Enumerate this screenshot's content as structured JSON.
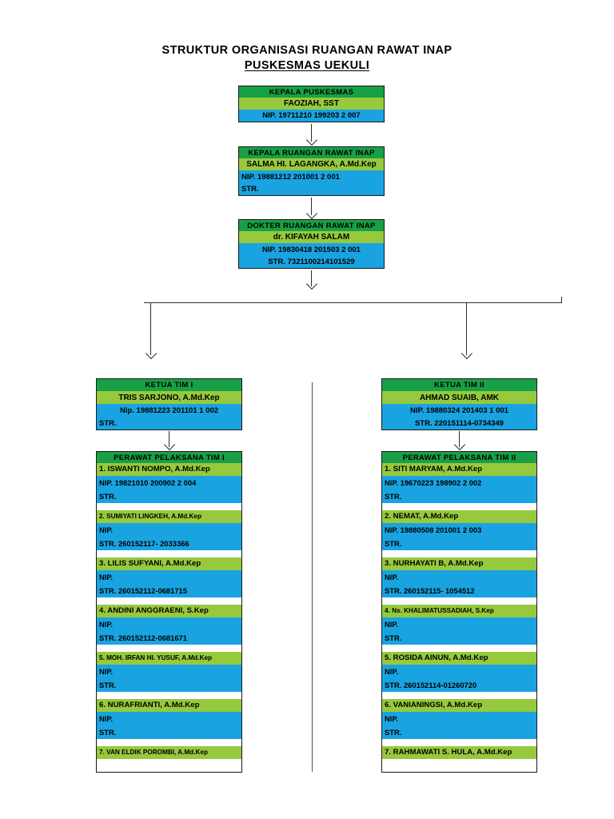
{
  "title": {
    "line1": "STRUKTUR ORGANISASI RUANGAN RAWAT INAP",
    "line2": "PUSKESMAS UEKULI"
  },
  "colors": {
    "header_green": "#18a046",
    "name_green": "#96c93d",
    "info_blue": "#19a3e0",
    "border": "#1a1a1a",
    "connector": "#2b2b2b",
    "page_background": "#ffffff"
  },
  "nodes": {
    "kepala_puskesmas": {
      "header": "KEPALA PUSKESMAS",
      "name": "FAOZIAH, SST",
      "nip": "NIP. 19711210 199203 2 007"
    },
    "kepala_ruangan": {
      "header": "KEPALA RUANGAN RAWAT INAP",
      "name": "SALMA HI. LAGANGKA, A.Md.Kep",
      "nip": "NIP. 19881212 201001 2 001",
      "str": "STR."
    },
    "dokter_ruangan": {
      "header": "DOKTER RUANGAN RAWAT INAP",
      "name": "dr. KIFAYAH SALAM",
      "nip": "NIP. 19830418 201503 2 001",
      "str": "STR. 7321100214101529"
    },
    "ketua_tim_1": {
      "header": "KETUA TIM I",
      "name": "TRIS SARJONO, A.Md.Kep",
      "nip": "Nip. 19881223 201101 1 002",
      "str": "STR."
    },
    "ketua_tim_2": {
      "header": "KETUA TIM II",
      "name": "AHMAD SUAIB, AMK",
      "nip": "NIP. 19880324 201403 1 001",
      "str": "STR. 220151114-0734349"
    }
  },
  "team1": {
    "header": "PERAWAT PELAKSANA TIM I",
    "members": [
      {
        "name": "1. ISWANTI NOMPO, A.Md.Kep",
        "nip": "NIP. 19821010 200902 2 004",
        "str": "STR.",
        "small": false
      },
      {
        "name": "2. SUMIYATI LINGKEH, A.Md.Kep",
        "nip": "NIP.",
        "str": "STR. 260152117- 2033366",
        "small": true
      },
      {
        "name": "3. LILIS SUFYANI, A.Md.Kep",
        "nip": "NIP.",
        "str": "STR. 260152112-0681715",
        "small": false
      },
      {
        "name": "4. ANDINI ANGGRAENI, S.Kep",
        "nip": "NIP.",
        "str": "STR. 260152112-0681671",
        "small": false
      },
      {
        "name": "5. MOH. IRFAN HI. YUSUF, A.Md.Kep",
        "nip": "NIP.",
        "str": "STR.",
        "small": true
      },
      {
        "name": "6. NURAFRIANTI, A.Md.Kep",
        "nip": "NIP.",
        "str": "STR.",
        "small": false
      },
      {
        "name": "7. VAN ELDIK POROMBI, A.Md.Kep",
        "nip": "",
        "str": "",
        "small": true
      }
    ]
  },
  "team2": {
    "header": "PERAWAT PELAKSANA TIM II",
    "members": [
      {
        "name": "1. SITI MARYAM, A.Md.Kep",
        "nip": "NIP. 19670223 198902 2 002",
        "str": "STR.",
        "small": false
      },
      {
        "name": "2. NEMAT, A.Md.Kep",
        "nip": "NIP. 19880508 201001 2 003",
        "str": "STR.",
        "small": false
      },
      {
        "name": "3. NURHAYATI B, A.Md.Kep",
        "nip": "NIP.",
        "str": "STR. 260152115- 1054512",
        "small": false
      },
      {
        "name": "4. Ns. KHALIMATUSSADIAH, S.Kep",
        "nip": "NIP.",
        "str": "STR.",
        "small": true
      },
      {
        "name": "5. ROSIDA AINUN, A.Md.Kep",
        "nip": "NIP.",
        "str": "STR. 260152114-01260720",
        "small": false
      },
      {
        "name": "6. VANIANINGSI, A.Md.Kep",
        "nip": "NIP.",
        "str": "STR.",
        "small": false
      },
      {
        "name": "7. RAHMAWATI S. HULA, A.Md.Kep",
        "nip": "",
        "str": "",
        "small": false
      }
    ]
  }
}
